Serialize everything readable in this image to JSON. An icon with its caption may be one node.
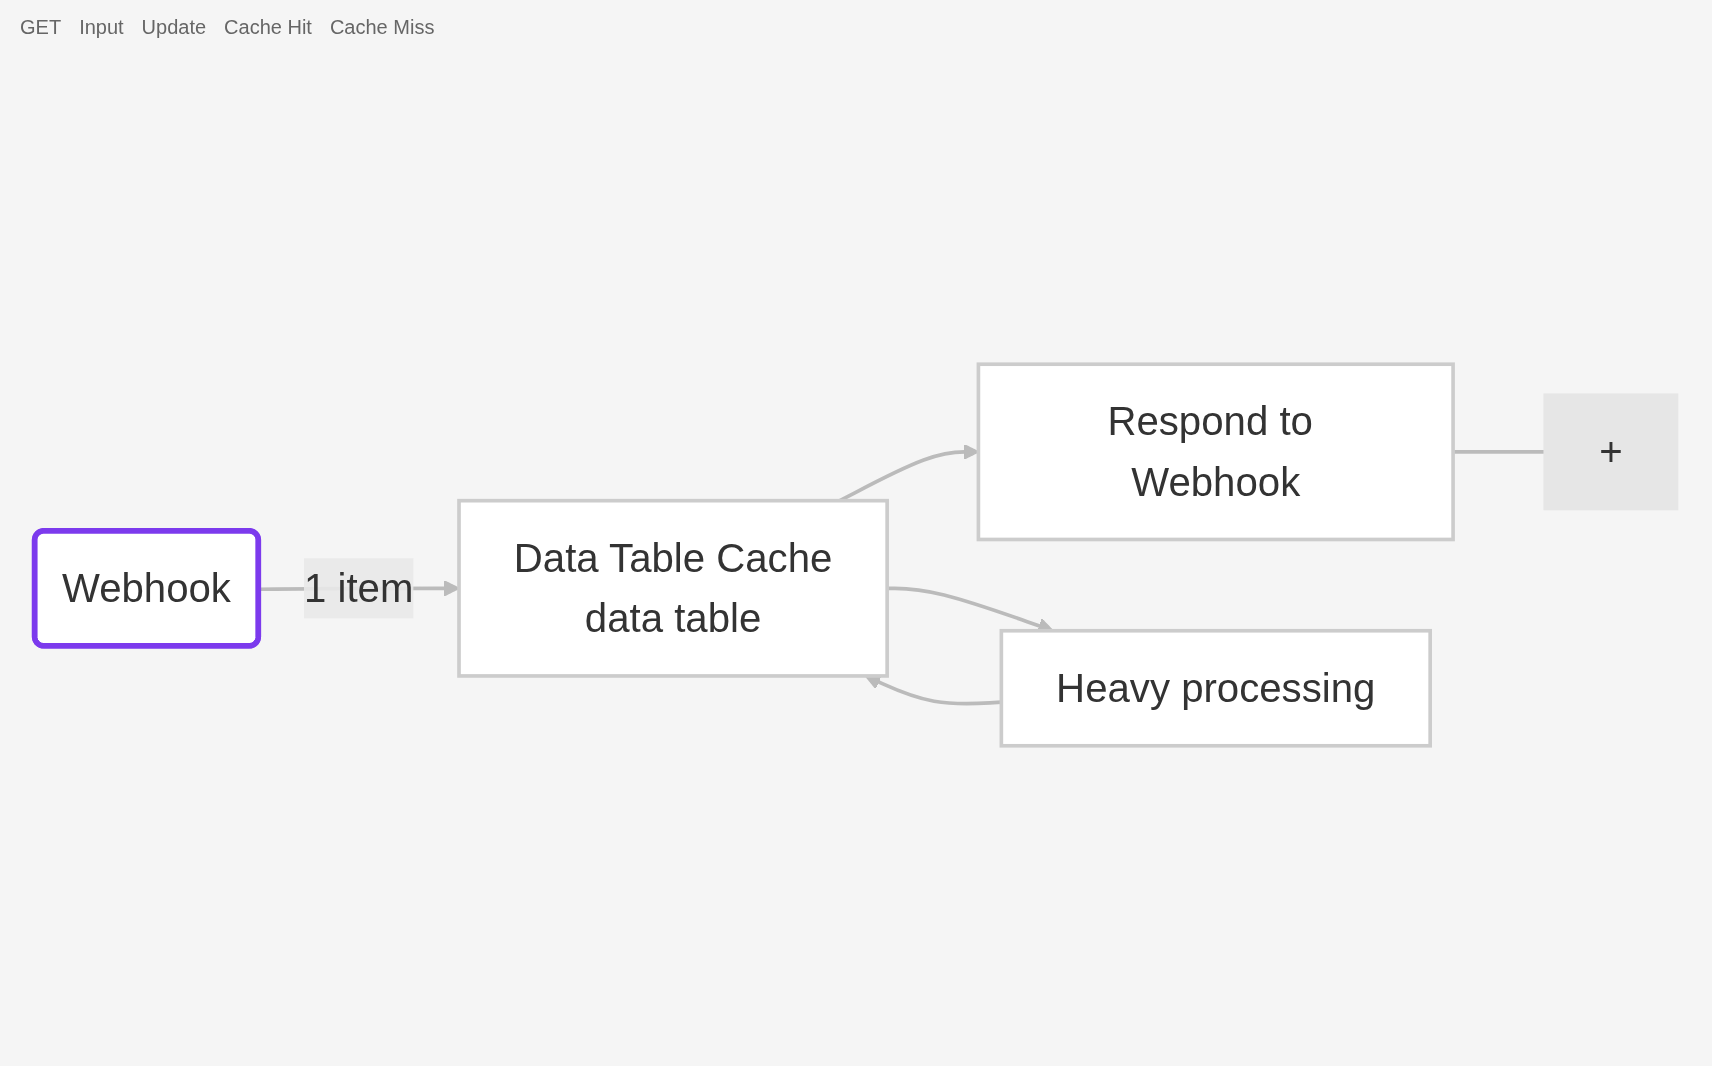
{
  "diagram": {
    "nodes": [
      {
        "text": [
          "Webhook"
        ]
      },
      {
        "text": [
          "Data Table Cache",
          "data table"
        ]
      },
      {
        "text": [
          "Respond to Webhook"
        ]
      },
      {
        "text": [
          "Heavy processing"
        ]
      },
      {
        "text": [
          "+"
        ]
      }
    ],
    "edges": [
      {
        "from": 0,
        "to": 1,
        "label": "1 item",
        "arrow": "to"
      },
      {
        "from": 1,
        "to": 2,
        "arrow": "to"
      },
      {
        "from": 1,
        "to": 3,
        "arrow": "to"
      },
      {
        "from": 3,
        "to": 1,
        "arrow": "to"
      },
      {
        "from": 2,
        "to": 4,
        "arrow": "none"
      }
    ],
    "labels": [
      "GET",
      "Input",
      "Update",
      "Cache Hit",
      "Cache Miss"
    ]
  }
}
